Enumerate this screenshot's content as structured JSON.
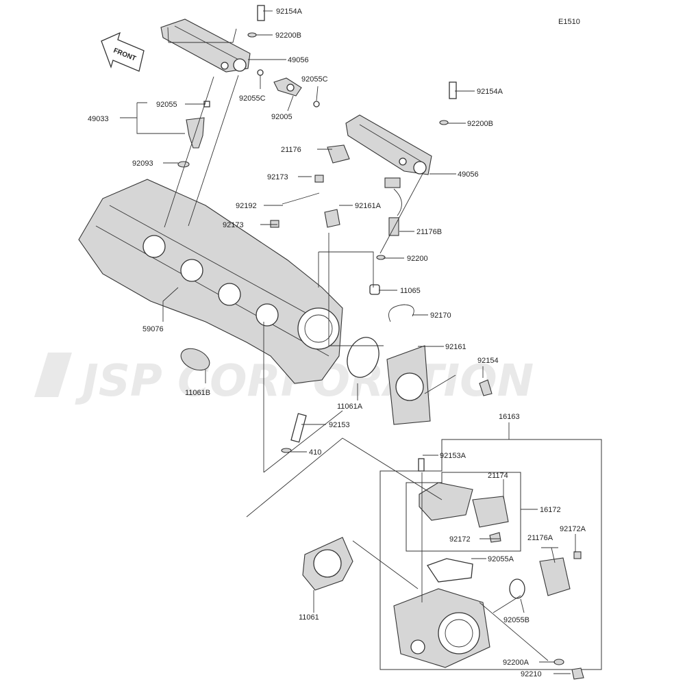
{
  "diagram_code": "E1510",
  "watermark": "JSP CORPORATION",
  "front_label": "FRONT",
  "parts": [
    {
      "id": "p1",
      "number": "92154A"
    },
    {
      "id": "p2",
      "number": "92200B"
    },
    {
      "id": "p3",
      "number": "49056"
    },
    {
      "id": "p4",
      "number": "92055C"
    },
    {
      "id": "p5",
      "number": "92055C"
    },
    {
      "id": "p6",
      "number": "92005"
    },
    {
      "id": "p7",
      "number": "92055"
    },
    {
      "id": "p8",
      "number": "49033"
    },
    {
      "id": "p9",
      "number": "92093"
    },
    {
      "id": "p10",
      "number": "92154A"
    },
    {
      "id": "p11",
      "number": "92200B"
    },
    {
      "id": "p12",
      "number": "21176"
    },
    {
      "id": "p13",
      "number": "49056"
    },
    {
      "id": "p14",
      "number": "92173"
    },
    {
      "id": "p15",
      "number": "92192"
    },
    {
      "id": "p16",
      "number": "92161A"
    },
    {
      "id": "p17",
      "number": "92173"
    },
    {
      "id": "p18",
      "number": "21176B"
    },
    {
      "id": "p19",
      "number": "92200"
    },
    {
      "id": "p20",
      "number": "11065"
    },
    {
      "id": "p21",
      "number": "92170"
    },
    {
      "id": "p22",
      "number": "59076"
    },
    {
      "id": "p23",
      "number": "92161"
    },
    {
      "id": "p24",
      "number": "92154"
    },
    {
      "id": "p25",
      "number": "11061B"
    },
    {
      "id": "p26",
      "number": "11061A"
    },
    {
      "id": "p27",
      "number": "16163"
    },
    {
      "id": "p28",
      "number": "92153"
    },
    {
      "id": "p29",
      "number": "410"
    },
    {
      "id": "p30",
      "number": "92153A"
    },
    {
      "id": "p31",
      "number": "21174"
    },
    {
      "id": "p32",
      "number": "16172"
    },
    {
      "id": "p33",
      "number": "21176A"
    },
    {
      "id": "p34",
      "number": "92172A"
    },
    {
      "id": "p35",
      "number": "92172"
    },
    {
      "id": "p36",
      "number": "92055A"
    },
    {
      "id": "p37",
      "number": "11061"
    },
    {
      "id": "p38",
      "number": "92055B"
    },
    {
      "id": "p39",
      "number": "92200A"
    },
    {
      "id": "p40",
      "number": "92210"
    }
  ]
}
